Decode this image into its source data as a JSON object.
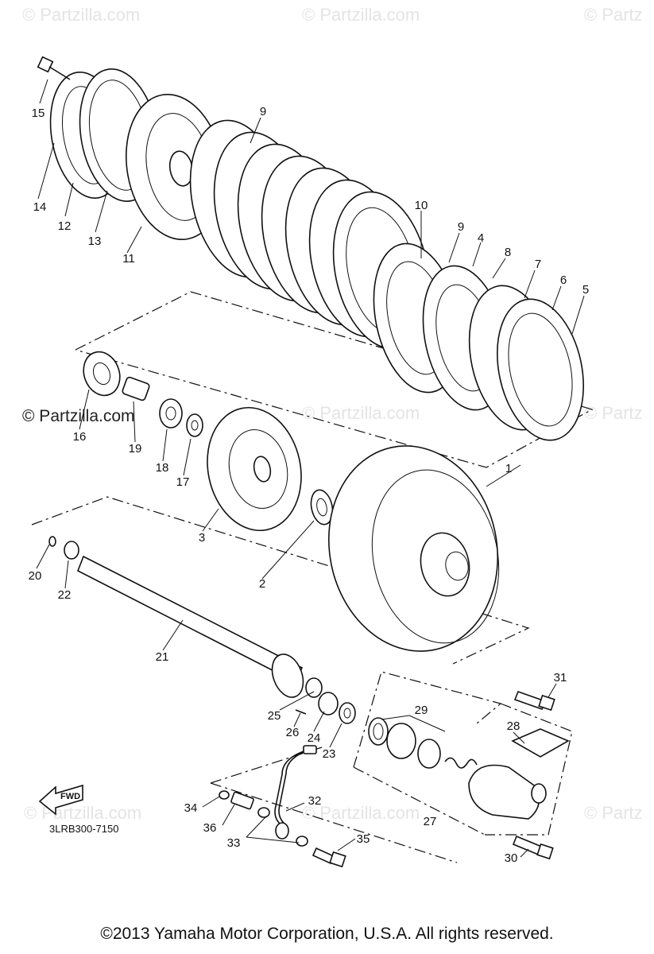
{
  "watermarks": {
    "partzilla": "© Partzilla.com",
    "partzilla_short": "© Partz",
    "partzilla_prominent": "© Partzilla.com"
  },
  "diagram_code": "3LRB300-7150",
  "fwd_label": "FWD",
  "copyright": "©2013  Yamaha Motor Corporation, U.S.A. All rights reserved.",
  "callouts": [
    "1",
    "2",
    "3",
    "4",
    "5",
    "6",
    "7",
    "8",
    "9",
    "9",
    "10",
    "11",
    "12",
    "13",
    "14",
    "15",
    "16",
    "17",
    "18",
    "19",
    "20",
    "21",
    "22",
    "23",
    "24",
    "25",
    "26",
    "27",
    "28",
    "29",
    "30",
    "31",
    "32",
    "33",
    "34",
    "35",
    "36"
  ]
}
